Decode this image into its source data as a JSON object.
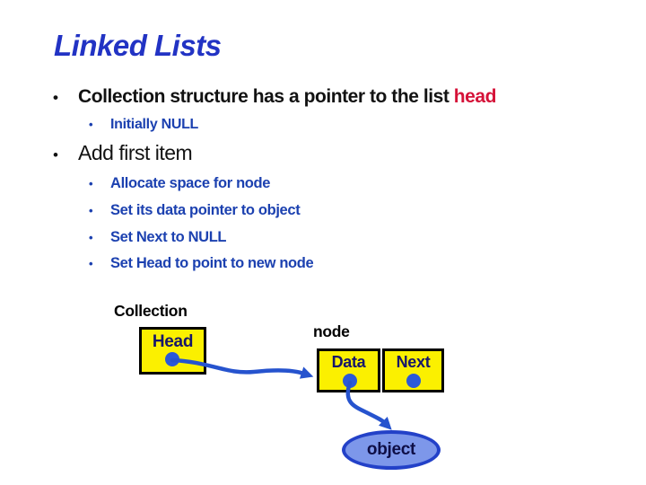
{
  "slide_title": "Linked Lists",
  "bullet_char": "•",
  "content": {
    "bullet1": {
      "text": "Collection structure has a pointer to the list ",
      "highlight": "head"
    },
    "bullet1_sub": "Initially NULL",
    "bullet2": "Add first item",
    "add_steps": [
      "Allocate space for node",
      "Set its data pointer to object",
      "Set Next to NULL",
      "Set Head to point to new node"
    ]
  },
  "diagram": {
    "collection_label": "Collection",
    "head_box": "Head",
    "node_label": "node",
    "data_box": "Data",
    "next_box": "Next",
    "object_label": "object"
  },
  "colors": {
    "title_blue": "#2233C4",
    "body_blue": "#1C41B0",
    "highlight_red": "#D51238",
    "box_yellow": "#FBF000",
    "box_text_navy": "#16166B",
    "pointer_blue": "#2653CE",
    "ellipse_fill": "#7D97EA",
    "ellipse_border": "#2341C8"
  }
}
